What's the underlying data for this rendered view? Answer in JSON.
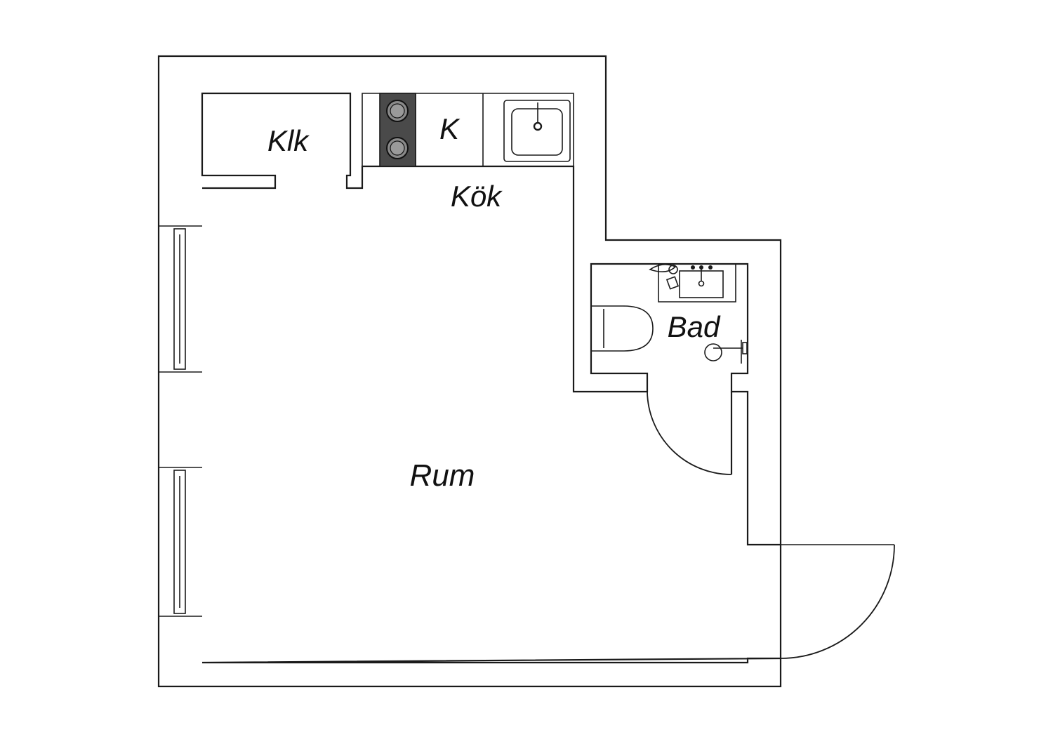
{
  "rooms": {
    "closet": "Klk",
    "fridge": "K",
    "kitchen": "Kök",
    "bathroom": "Bad",
    "living_room": "Rum"
  },
  "colors": {
    "line": "#1a1a1a",
    "stove_fill": "#4a4a4a",
    "background": "#ffffff"
  }
}
